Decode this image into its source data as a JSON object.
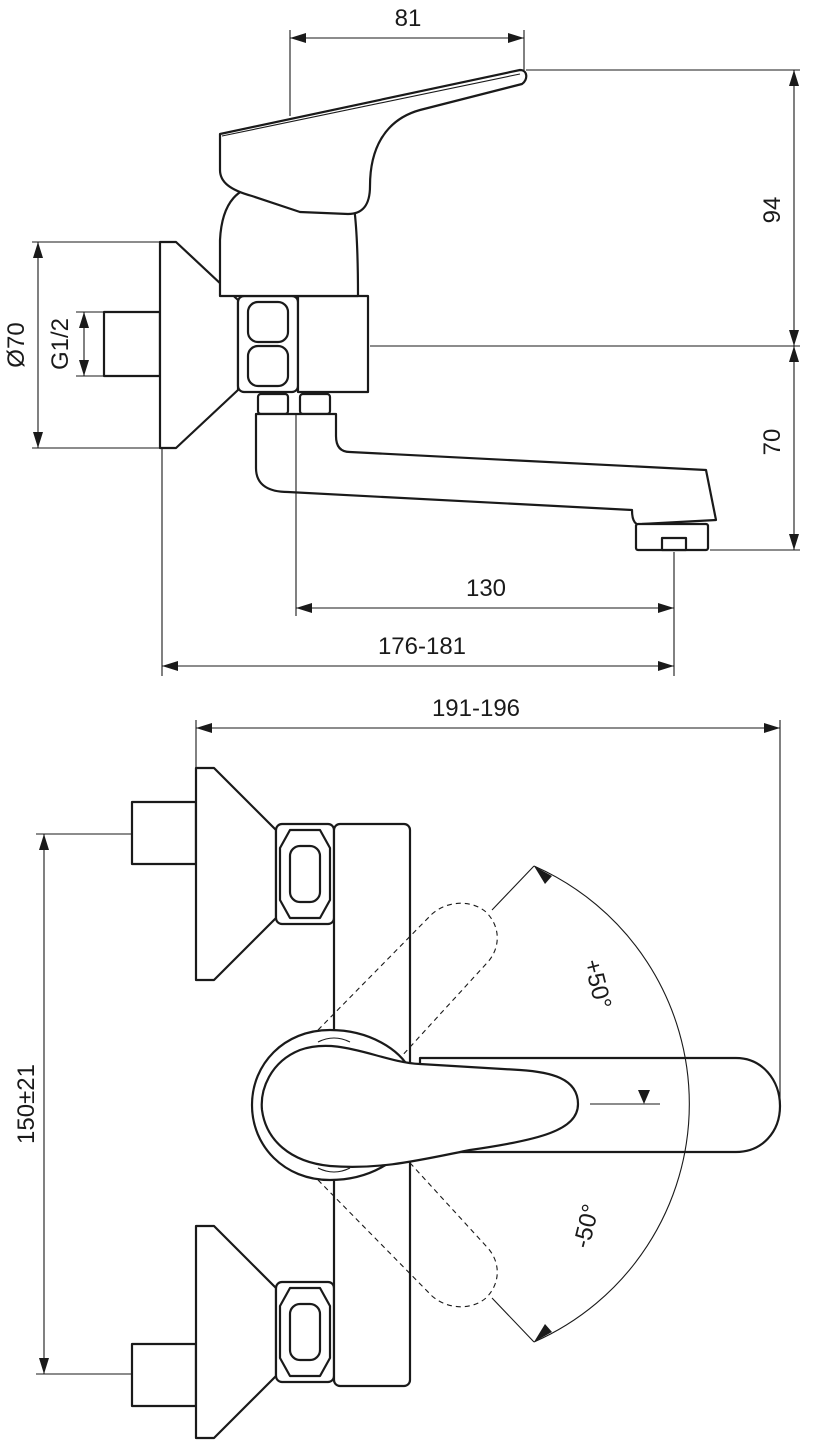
{
  "dimensions": {
    "top_width": "81",
    "handle_height": "94",
    "flange_diameter": "Ø70",
    "thread": "G1/2",
    "spout_height": "70",
    "spout_reach": "130",
    "projection": "176-181",
    "total_width": "191-196",
    "center_distance": "150±21",
    "angle_plus": "+50°",
    "angle_minus": "-50°"
  }
}
